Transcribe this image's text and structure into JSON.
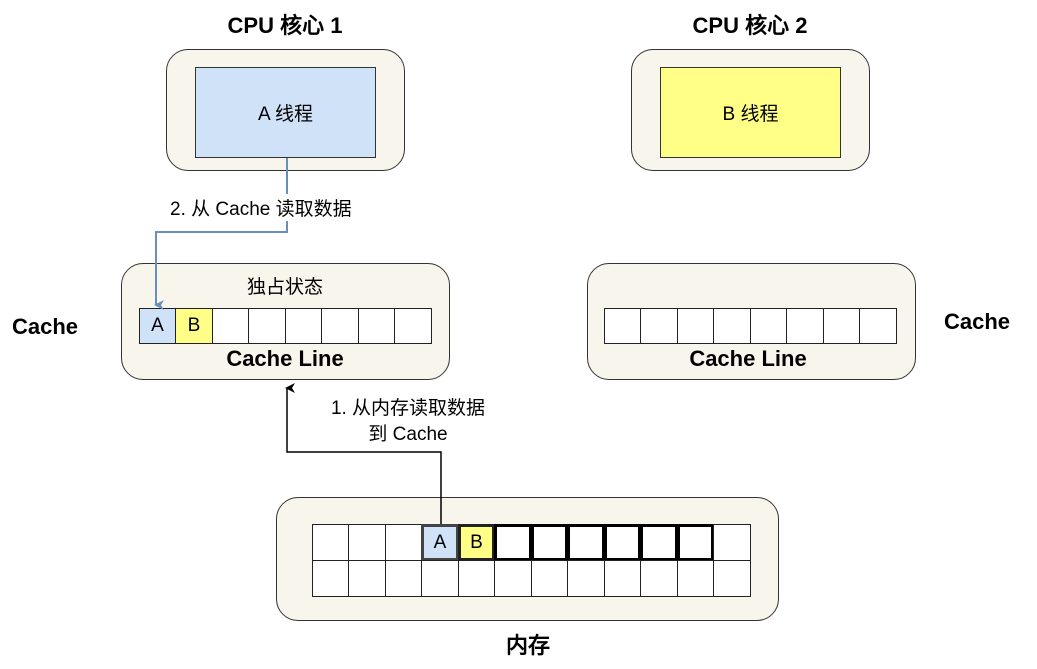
{
  "core1": {
    "title": "CPU 核心 1",
    "thread": "A 线程"
  },
  "core2": {
    "title": "CPU 核心 2",
    "thread": "B 线程"
  },
  "edges": {
    "read_from_cache": "2. 从 Cache 读取数据",
    "read_from_memory_line1": "1. 从内存读取数据",
    "read_from_memory_line2": "到 Cache"
  },
  "cache1": {
    "side_label": "Cache",
    "state": "独占状态",
    "line_label": "Cache Line",
    "cell_a": "A",
    "cell_b": "B"
  },
  "cache2": {
    "side_label": "Cache",
    "line_label": "Cache Line"
  },
  "memory": {
    "label": "内存",
    "cell_a": "A",
    "cell_b": "B"
  },
  "colors": {
    "var_a": "#cfe2f7",
    "var_b": "#ffff88",
    "box_bg": "#f8f5ec",
    "arrow_blue": "#6c8ebf"
  }
}
